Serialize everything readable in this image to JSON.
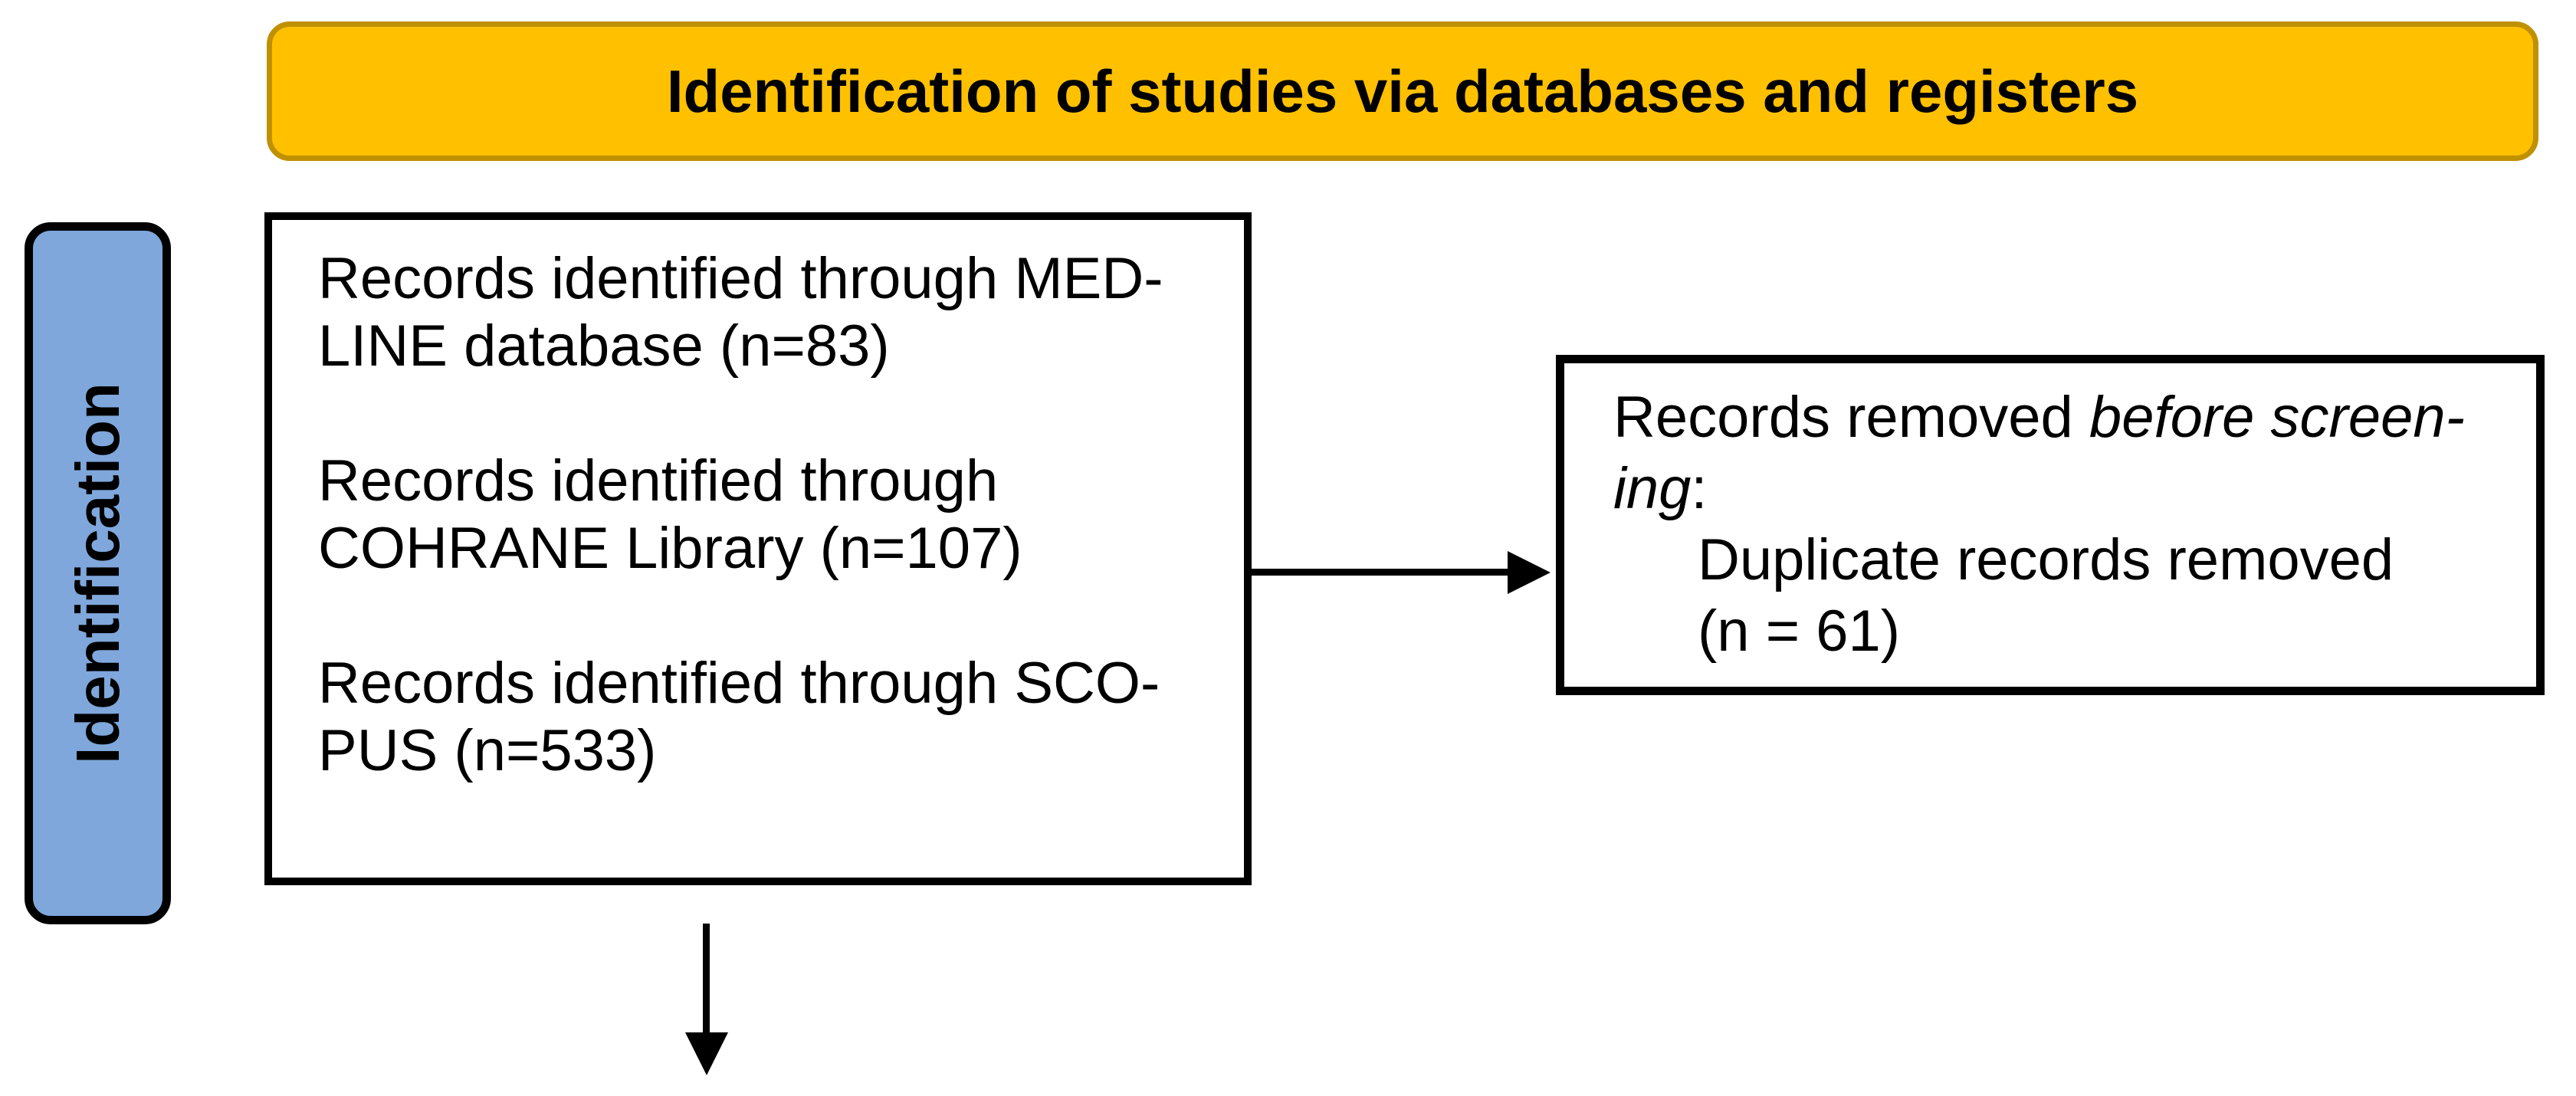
{
  "header": {
    "title": "Identification of studies via databases and registers"
  },
  "sidebar": {
    "label": "Identification"
  },
  "left_box": {
    "paragraphs": [
      {
        "lines": [
          "Records identified through MED-",
          "LINE database (n=83)"
        ]
      },
      {
        "lines": [
          "Records identified through",
          "COHRANE Library (n=107)"
        ]
      },
      {
        "lines": [
          "Records identified through SCO-",
          "PUS (n=533)"
        ]
      }
    ]
  },
  "right_box": {
    "line1": [
      {
        "text": "Records removed "
      },
      {
        "text": "before screen-",
        "italic": true
      }
    ],
    "line2": [
      {
        "text": "ing",
        "italic": true
      },
      {
        "text": ":"
      }
    ],
    "line3": "Duplicate records removed",
    "line4": "(n = 61)"
  },
  "colors": {
    "header_fill": "#FFC000",
    "header_border": "#BF9000",
    "sidebar_fill": "#7FA7DB",
    "box_border": "#000000",
    "arrow": "#000000"
  }
}
